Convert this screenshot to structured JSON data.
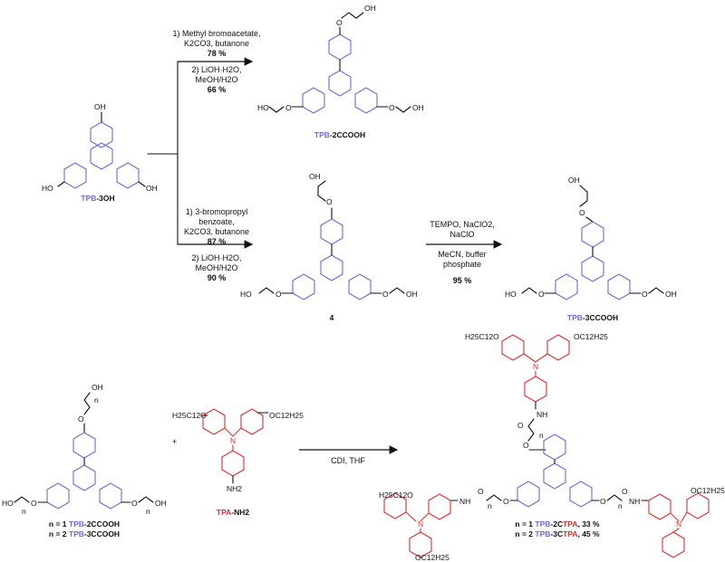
{
  "reaction_a": {
    "step1": [
      "1) Methyl bromoacetate,",
      "K2CO3, butanone"
    ],
    "step1_yield": "78 %",
    "step2": [
      "2) LiOH·H2O,",
      "MeOH/H2O"
    ],
    "step2_yield": "66 %"
  },
  "reaction_b": {
    "step1": [
      "1) 3-bromopropyl",
      "benzoate,",
      "K2CO3, butanone"
    ],
    "step1_yield": "87 %",
    "step2": [
      "2) LiOH·H2O,",
      "MeOH/H2O"
    ],
    "step2_yield": "90 %"
  },
  "reaction_c": {
    "conditions": [
      "TEMPO, NaClO2,",
      "NaClO",
      "MeCN, buffer",
      "phosphate"
    ],
    "yield": "95 %"
  },
  "reaction_d": {
    "conditions": "CDI, THF",
    "plus": "+"
  },
  "compounds": {
    "start": {
      "prefix": "TPB",
      "suffix": "-3OH"
    },
    "p2": {
      "prefix": "TPB",
      "suffix": "-2CCOOH"
    },
    "i4": {
      "label": "4"
    },
    "p3": {
      "prefix": "TPB",
      "suffix": "-3CCOOH"
    },
    "amine": {
      "prefix": "TPA",
      "suffix": "-NH2"
    },
    "mix": [
      {
        "n": "n = 1 ",
        "prefix": "TPB",
        "suffix": "-2CCOOH"
      },
      {
        "n": "n = 2 ",
        "prefix": "TPB",
        "suffix": "-3CCOOH"
      }
    ],
    "final": [
      {
        "n": "n = 1 ",
        "a": "TPB",
        "b": "-2C",
        "c": "TPA",
        "yield": ", 33 %"
      },
      {
        "n": "n = 2 ",
        "a": "TPB",
        "b": "-3C",
        "c": "TPA",
        "yield": ", 45 %"
      }
    ]
  },
  "atoms": {
    "OH": "OH",
    "HO": "HO",
    "O": "O",
    "N": "N",
    "NH": "NH",
    "NH2": "NH2",
    "H25C12O": "H25C12O",
    "OC12H25": "OC12H25",
    "n": "n"
  },
  "colors": {
    "tpb": "#6c6cd6",
    "tpa": "#d93030"
  }
}
